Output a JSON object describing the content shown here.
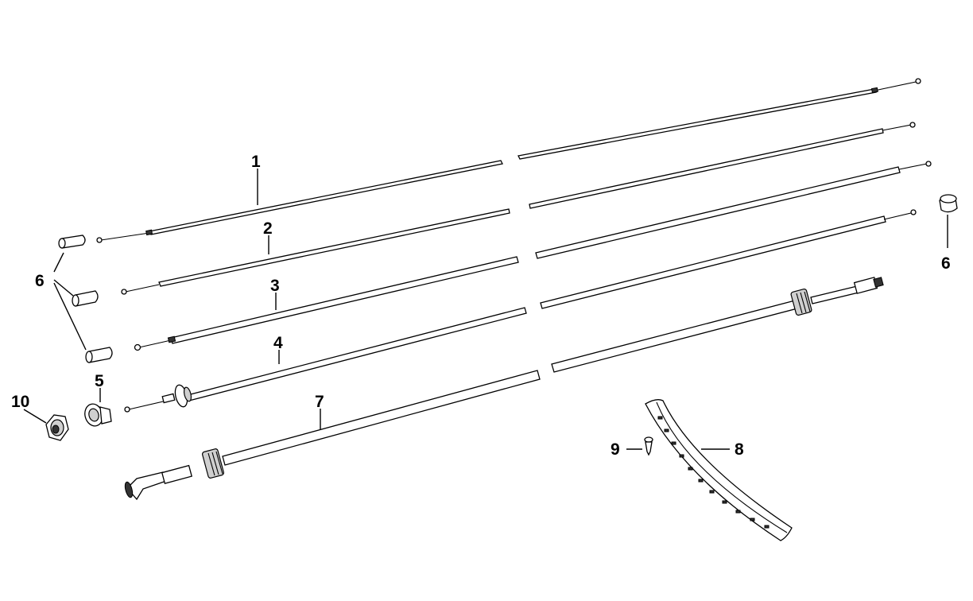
{
  "callouts": {
    "c1": "1",
    "c2": "2",
    "c3": "3",
    "c4": "4",
    "c5": "5",
    "c6_left": "6",
    "c6_right": "6",
    "c7": "7",
    "c8": "8",
    "c9": "9",
    "c10": "10"
  }
}
